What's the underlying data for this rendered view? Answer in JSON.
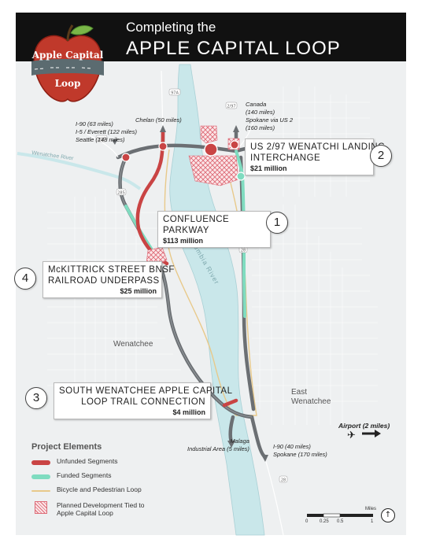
{
  "header": {
    "subtitle": "Completing the",
    "title": "APPLE CAPITAL LOOP",
    "logo_text_top": "Apple Capital",
    "logo_text_bottom": "Loop"
  },
  "projects": [
    {
      "number": "1",
      "name": "CONFLUENCE PARKWAY",
      "cost": "$113 million"
    },
    {
      "number": "2",
      "name": "US 2/97 WENATCHI LANDING\nINTERCHANGE",
      "cost": "$21 million"
    },
    {
      "number": "3",
      "name": "SOUTH WENATCHEE APPLE CAPITAL\nLOOP TRAIL CONNECTION",
      "cost": "$4 million"
    },
    {
      "number": "4",
      "name": "McKITTRICK STREET BNSF\nRAILROAD UNDERPASS",
      "cost": "$25 million"
    }
  ],
  "destinations": {
    "west": "I-90 (63 miles)\nI-5 / Everett (122 miles)\nSeattle (148 miles)",
    "chelan": "Chelan (50 miles)",
    "east": "Canada\n(140 miles)\nSpokane via US 2\n(160 miles)",
    "malaga": "Malaga\nIndustrial Area (5 miles)",
    "southeast": "I-90 (40 miles)\nSpokane (170 miles)",
    "airport": "Airport (2 miles)"
  },
  "places": {
    "wenatchee": "Wenatchee",
    "east_wenatchee": "East\nWenatchee",
    "wenatchee_river": "Wenatchee River",
    "columbia_river": "Columbia River"
  },
  "route_shields": [
    "97A",
    "2/97",
    "2/97",
    "285",
    "28",
    "28"
  ],
  "legend": {
    "title": "Project Elements",
    "items": [
      {
        "label": "Unfunded Segments",
        "color": "#c94444",
        "kind": "line"
      },
      {
        "label": "Funded Segments",
        "color": "#7fdcc0",
        "kind": "line"
      },
      {
        "label": "Bicycle and Pedestrian Loop",
        "color": "#e8c98a",
        "kind": "thin"
      },
      {
        "label": "Planned Development Tied to\nApple Capital Loop",
        "color": "#e0707a",
        "kind": "hatch"
      }
    ]
  },
  "scale": {
    "unit_label": "Miles",
    "ticks": [
      "0",
      "0.25",
      "0.5",
      "1"
    ]
  },
  "colors": {
    "unfunded": "#c94444",
    "funded": "#7fdcc0",
    "river": "#c9e7ea",
    "road": "#6b6f73",
    "trail": "#e8c98a",
    "header": "#111111"
  }
}
